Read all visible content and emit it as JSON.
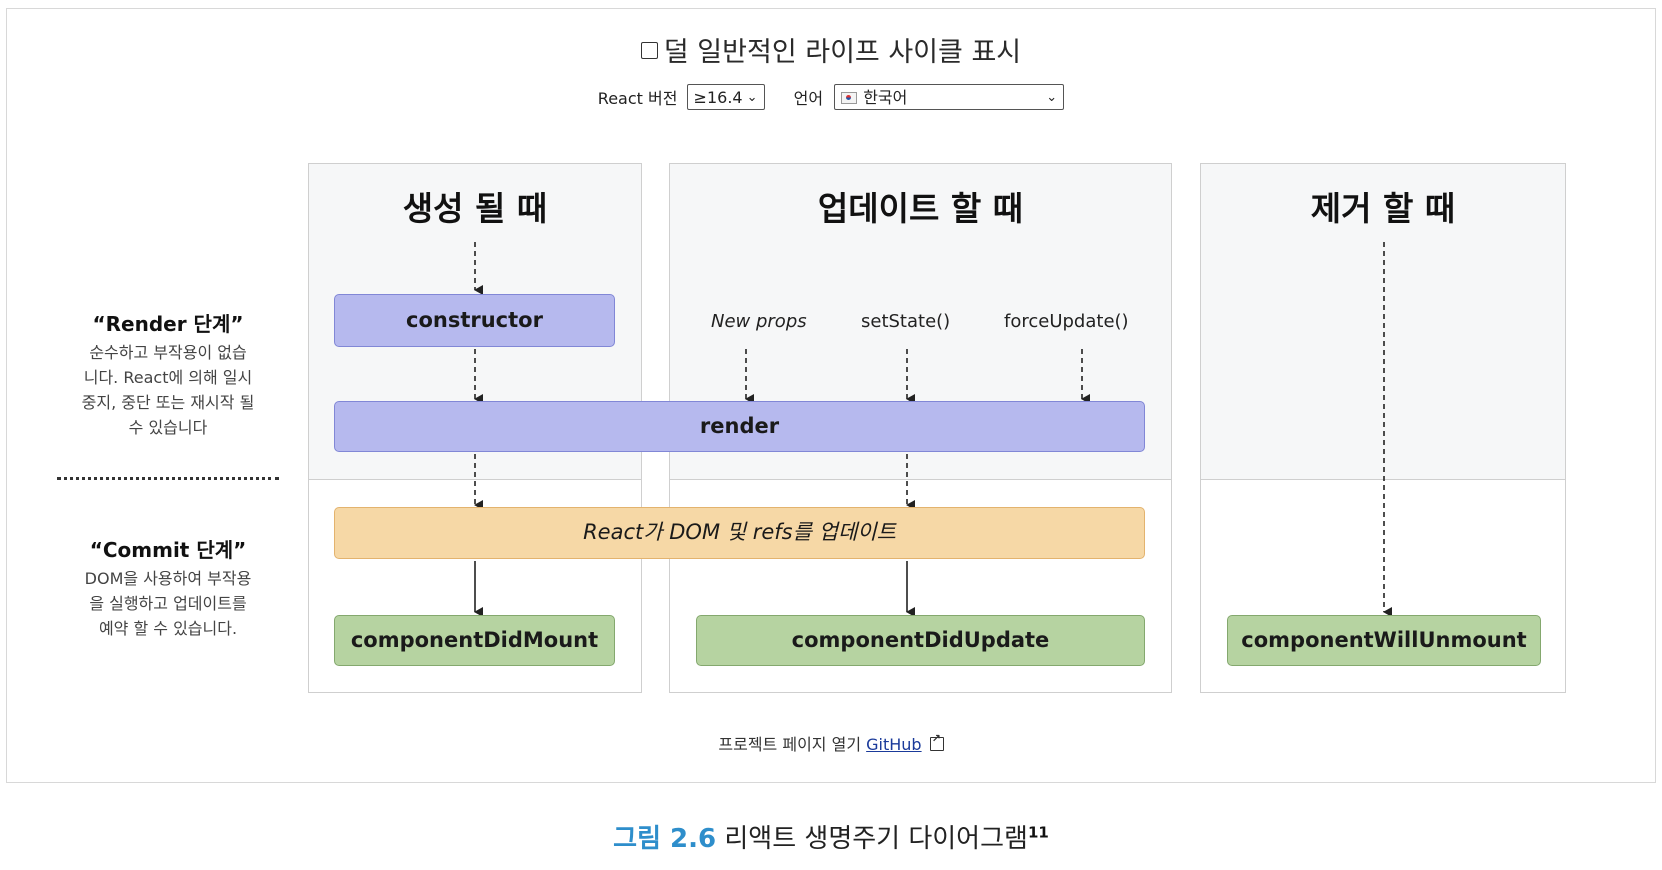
{
  "toggle_label": "덜 일반적인 라이프 사이클 표시",
  "controls": {
    "react_version_label": "React 버전",
    "react_version_value": "≥16.4",
    "language_label": "언어",
    "language_value": "한국어"
  },
  "columns": {
    "mount_title": "생성 될 때",
    "update_title": "업데이트 할 때",
    "unmount_title": "제거 할 때"
  },
  "triggers": {
    "new_props": "New props",
    "set_state": "setState()",
    "force_update": "forceUpdate()"
  },
  "boxes": {
    "constructor": "constructor",
    "render": "render",
    "dom_update": "React가 DOM 및 refs를 업데이트",
    "did_mount": "componentDidMount",
    "did_update": "componentDidUpdate",
    "will_unmount": "componentWillUnmount"
  },
  "phases": {
    "render_title": "“Render 단계”",
    "render_desc_line1": "순수하고 부작용이 없습",
    "render_desc_line2": "니다. React에 의해 일시",
    "render_desc_line3": "중지, 중단 또는 재시작 될",
    "render_desc_line4": "수 있습니다",
    "commit_title": "“Commit 단계”",
    "commit_desc_line1": "DOM을 사용하여 부작용",
    "commit_desc_line2": "을 실행하고 업데이트를",
    "commit_desc_line3": "예약 할 수 있습니다."
  },
  "footer": {
    "text": "프로젝트 페이지 열기",
    "link": "GitHub"
  },
  "caption": {
    "figure_label": "그림 2.6",
    "text": "리액트 생명주기 다이어그램",
    "footnote": "11"
  }
}
